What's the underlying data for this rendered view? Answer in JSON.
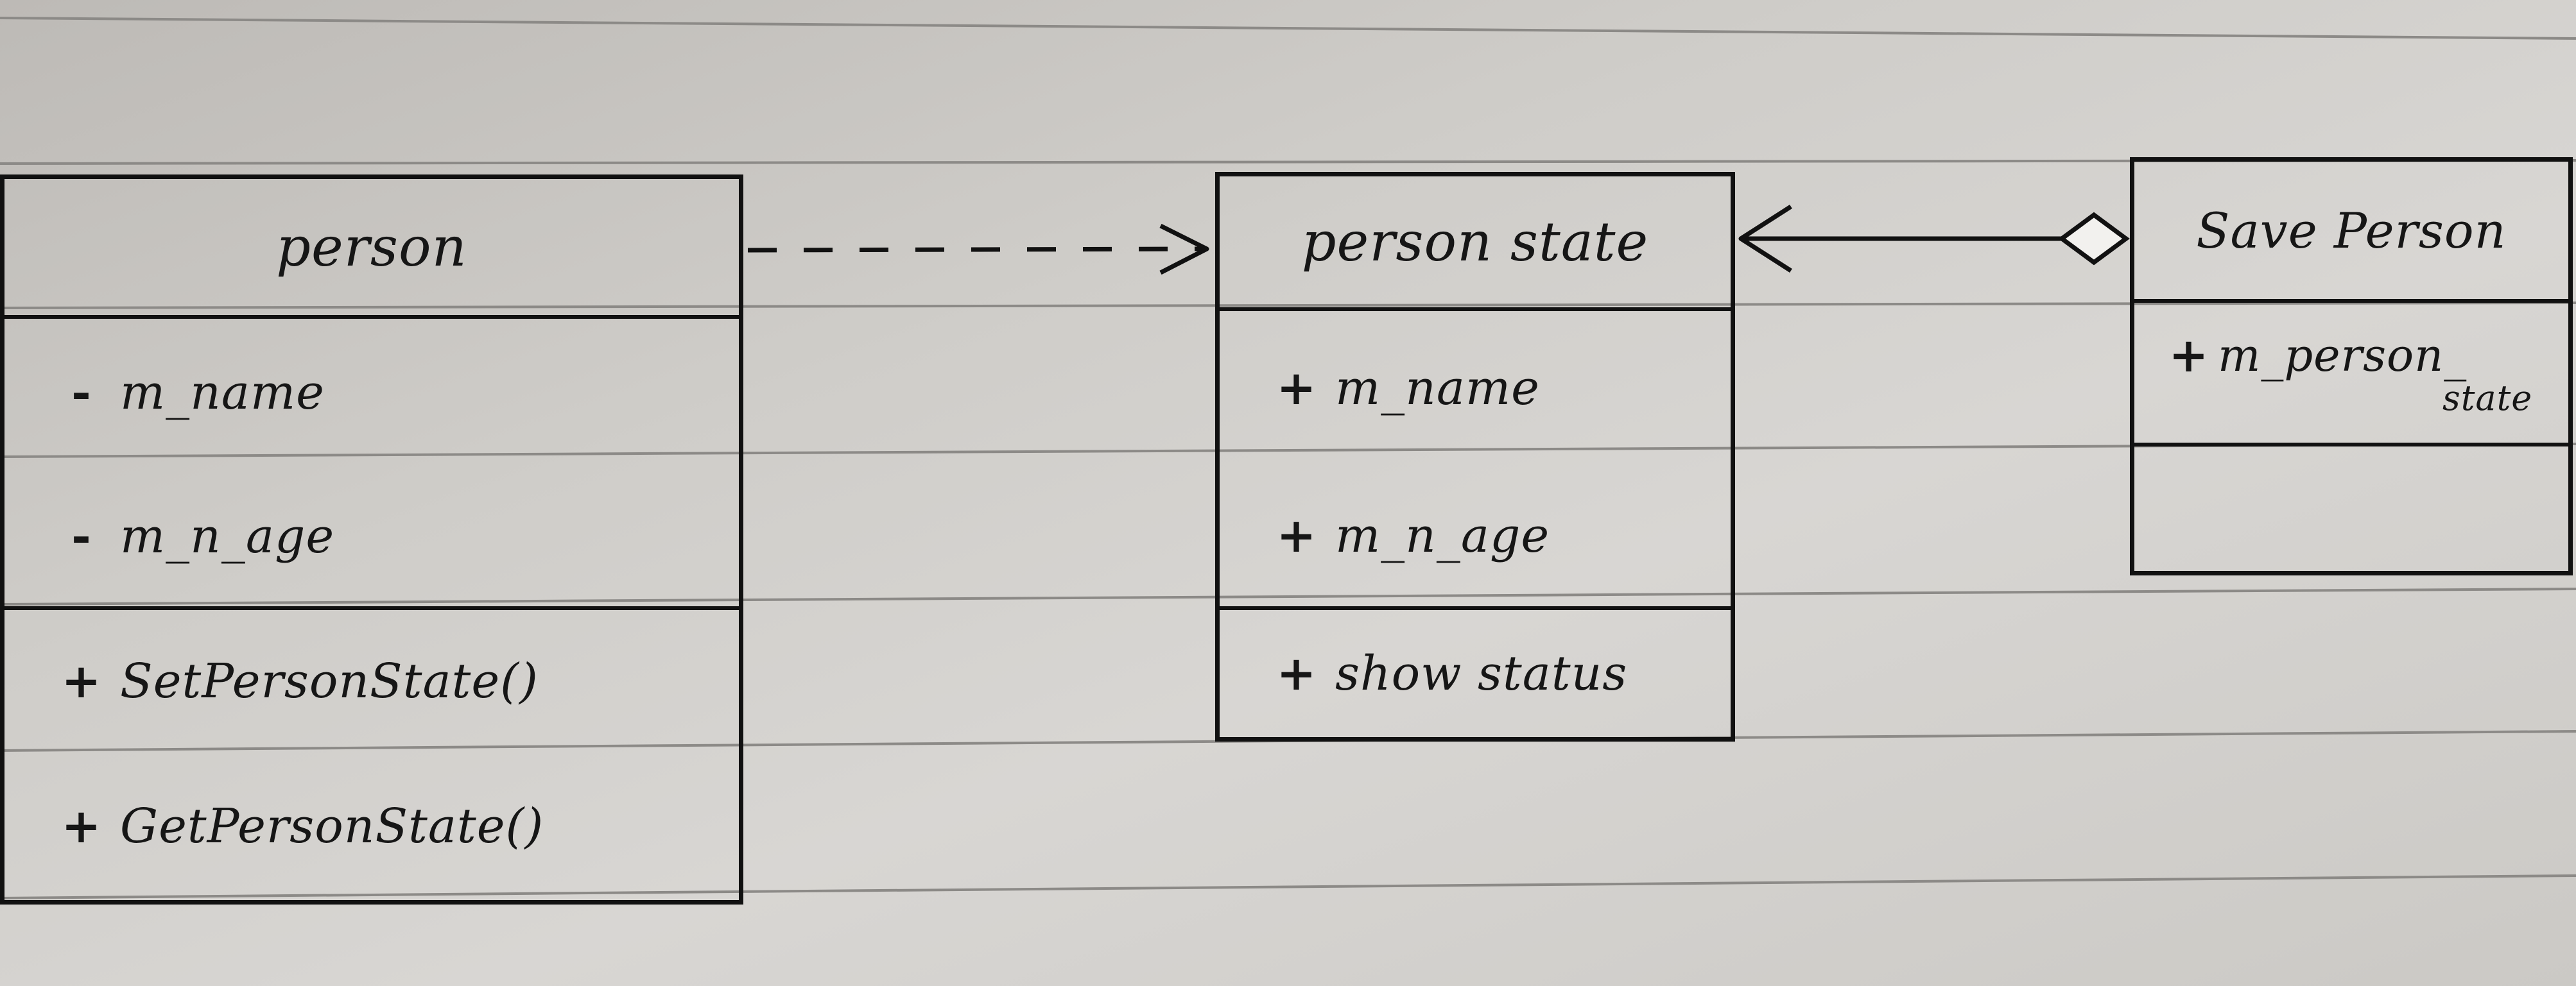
{
  "classes": {
    "person": {
      "title": "person",
      "attributes": [
        {
          "visibility": "-",
          "name": "m_name"
        },
        {
          "visibility": "-",
          "name": "m_n_age"
        }
      ],
      "operations": [
        {
          "visibility": "+",
          "name": "SetPersonState()"
        },
        {
          "visibility": "+",
          "name": "GetPersonState()"
        }
      ]
    },
    "person_state": {
      "title": "person state",
      "attributes": [
        {
          "visibility": "+",
          "name": "m_name"
        },
        {
          "visibility": "+",
          "name": "m_n_age"
        }
      ],
      "operations": [
        {
          "visibility": "+",
          "name": "show status"
        }
      ]
    },
    "save_person": {
      "title": "Save Person",
      "attributes": [
        {
          "visibility": "+",
          "name": "m_person_",
          "continuation": "state"
        }
      ],
      "operations": []
    }
  },
  "relations": [
    {
      "from": "person",
      "to": "person_state",
      "kind": "dependency"
    },
    {
      "from": "save_person",
      "to": "person_state",
      "kind": "aggregation"
    }
  ],
  "colors": {
    "ink": "#111111",
    "paper": "#d3d1cd",
    "rule": "#8c8a87"
  }
}
